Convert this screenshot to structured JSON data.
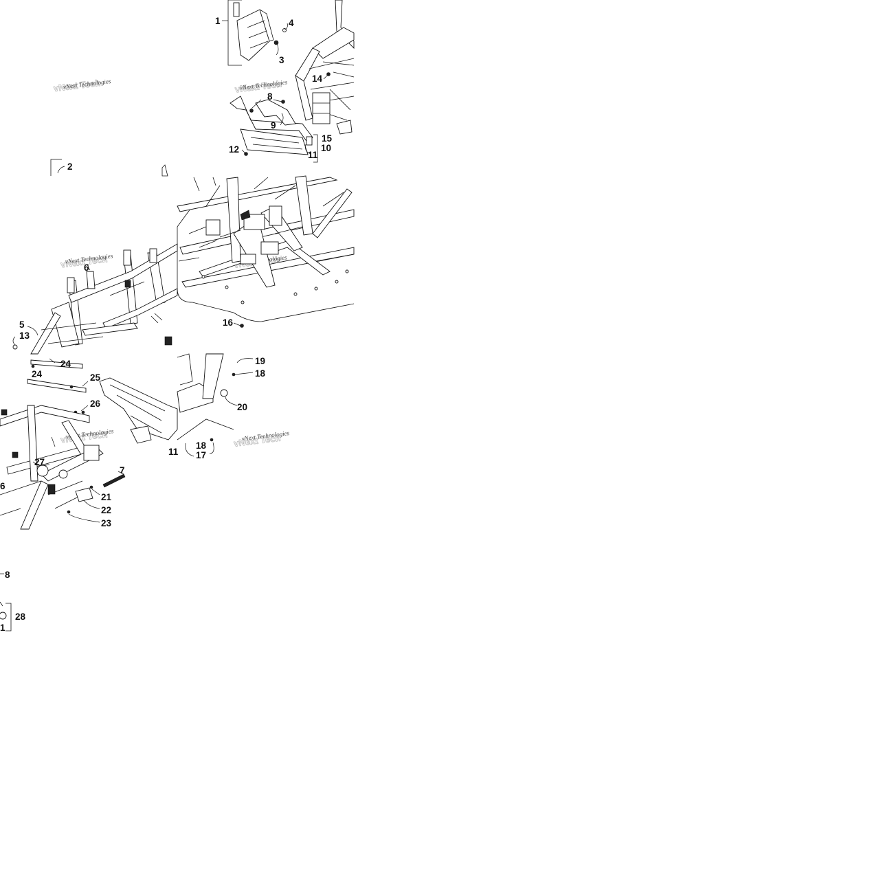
{
  "watermark": "vNext Technologies",
  "callouts": {
    "c1": "1",
    "c2": "2",
    "c3": "3",
    "c4": "4",
    "c5": "5",
    "c6": "6",
    "c6b": "6",
    "c7": "7",
    "c8": "8",
    "c8b": "8",
    "c9": "9",
    "c10": "10",
    "c11": "11",
    "c11b": "11",
    "c11c": "1",
    "c12": "12",
    "c13": "13",
    "c14": "14",
    "c15": "15",
    "c16": "16",
    "c17": "17",
    "c18": "18",
    "c18b": "18",
    "c19": "19",
    "c20": "20",
    "c21": "21",
    "c22": "22",
    "c23": "23",
    "c24": "24",
    "c24b": "24",
    "c25": "25",
    "c26": "26",
    "c27": "27",
    "c28": "28"
  }
}
